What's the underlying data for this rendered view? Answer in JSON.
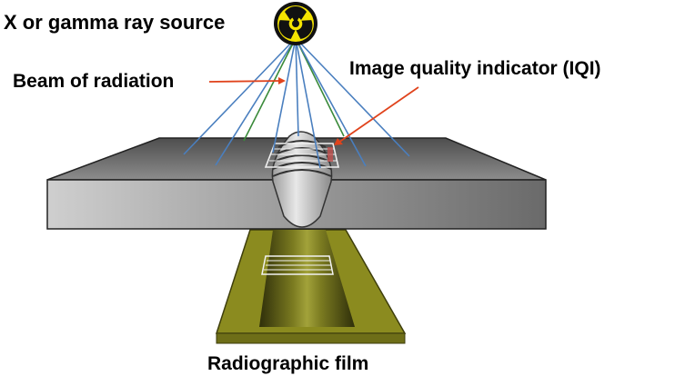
{
  "labels": {
    "source": "X or gamma ray source",
    "beam": "Beam of radiation",
    "iqi": "Image quality indicator (IQI)",
    "film": "Radiographic film"
  },
  "colors": {
    "beam_blue": "#4a7fbf",
    "beam_green": "#3a8a3a",
    "pointer_arrow": "#e0431c",
    "plate_top": "#6a6a6a",
    "plate_front": "#8a8a8a",
    "film_olive": "#8b8b1f",
    "film_dark": "#4a4a10",
    "radiation_yellow": "#f5e400"
  },
  "icons": {
    "source": "radiation-trefoil-icon"
  }
}
